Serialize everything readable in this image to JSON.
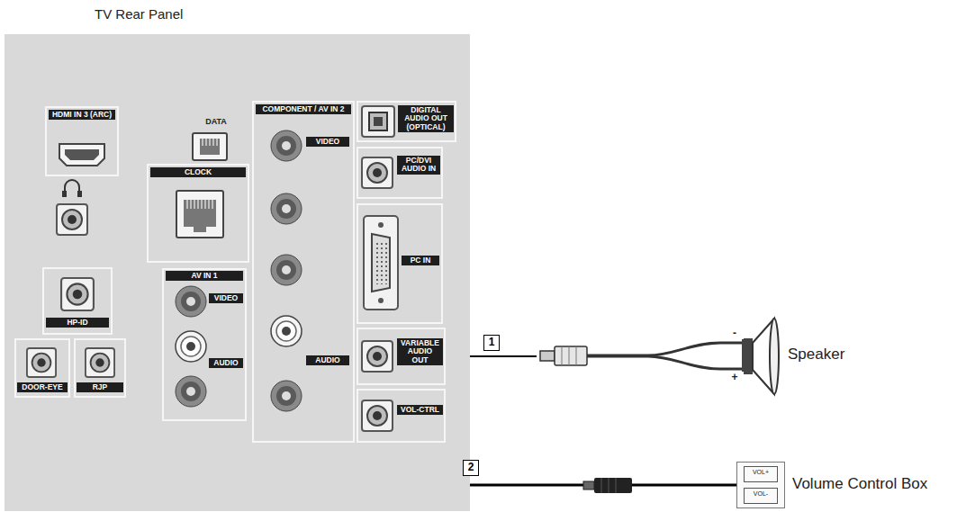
{
  "diagram": {
    "nodes": [
      {
        "text": [
          "TV Rear Panel"
        ]
      },
      {
        "text": [
          "HDMI IN 3 (ARC)"
        ],
        "in": 0
      },
      {
        "text": [
          "HP-ID"
        ],
        "in": 0
      },
      {
        "text": [
          "DOOR-EYE"
        ],
        "in": 0
      },
      {
        "text": [
          "RJP"
        ],
        "in": 0
      },
      {
        "text": [
          "CLOCK"
        ],
        "in": 0
      },
      {
        "text": [
          "AV IN 1",
          "VIDEO",
          "AUDIO"
        ],
        "in": 0
      },
      {
        "text": [
          "COMPONENT / AV IN 2",
          "VIDEO",
          "AUDIO"
        ],
        "in": 0
      },
      {
        "text": [
          "DIGITAL AUDIO OUT (OPTICAL)"
        ],
        "in": 0
      },
      {
        "text": [
          "PC/DVI AUDIO IN"
        ],
        "in": 0
      },
      {
        "text": [
          "PC IN"
        ],
        "in": 0
      },
      {
        "text": [
          "VARIABLE AUDIO OUT"
        ],
        "in": 0
      },
      {
        "text": [
          "VOL-CTRL"
        ],
        "in": 0
      },
      {
        "text": [
          "Speaker"
        ]
      },
      {
        "text": [
          "Volume Control Box"
        ]
      },
      {
        "text": [
          "VOL+"
        ],
        "in": 14
      },
      {
        "text": [
          "VOL-"
        ],
        "in": 14
      }
    ],
    "edges": [
      {
        "from": 13,
        "to": 11,
        "arrow": "to",
        "label": "1"
      },
      {
        "from": 14,
        "to": 12,
        "arrow": "to",
        "label": "2"
      }
    ],
    "labels": [
      "DATA",
      "-",
      "+"
    ]
  }
}
